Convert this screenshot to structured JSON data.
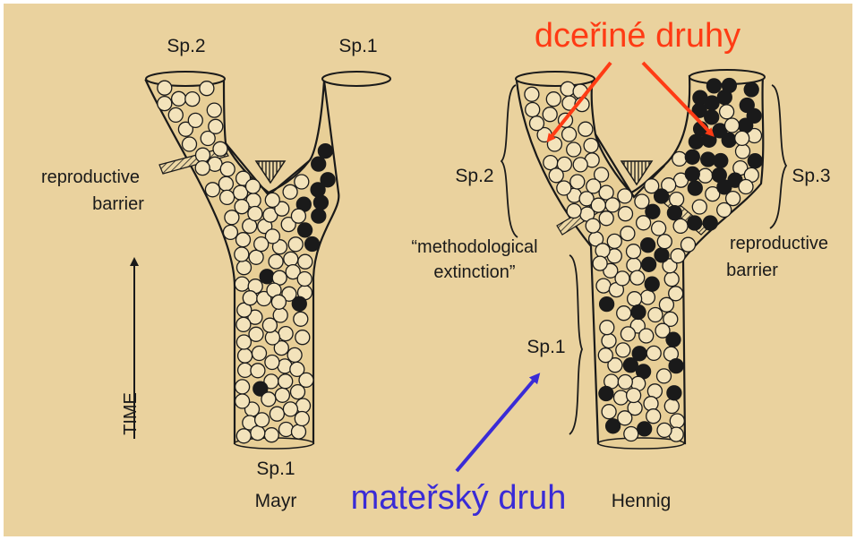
{
  "colors": {
    "paper": "#ecd7a4",
    "ink": "#1a1a1a",
    "red_annotation": "#ff3b14",
    "blue_annotation": "#3a2bd6"
  },
  "left_diagram": {
    "top_left_label": "Sp.2",
    "top_right_label": "Sp.1",
    "barrier_label_line1": "reproductive",
    "barrier_label_line2": "barrier",
    "time_label": "TIME",
    "bottom_label": "Sp.1",
    "author": "Mayr"
  },
  "right_diagram": {
    "left_label": "Sp.2",
    "right_label": "Sp.3",
    "extinction_line1": "“methodological",
    "extinction_line2": "extinction”",
    "barrier_label_line1": "reproductive",
    "barrier_label_line2": "barrier",
    "stem_label": "Sp.1",
    "author": "Hennig"
  },
  "annotations": {
    "daughter_species": "dceřiné druhy",
    "mother_species": "mateřský druh"
  }
}
